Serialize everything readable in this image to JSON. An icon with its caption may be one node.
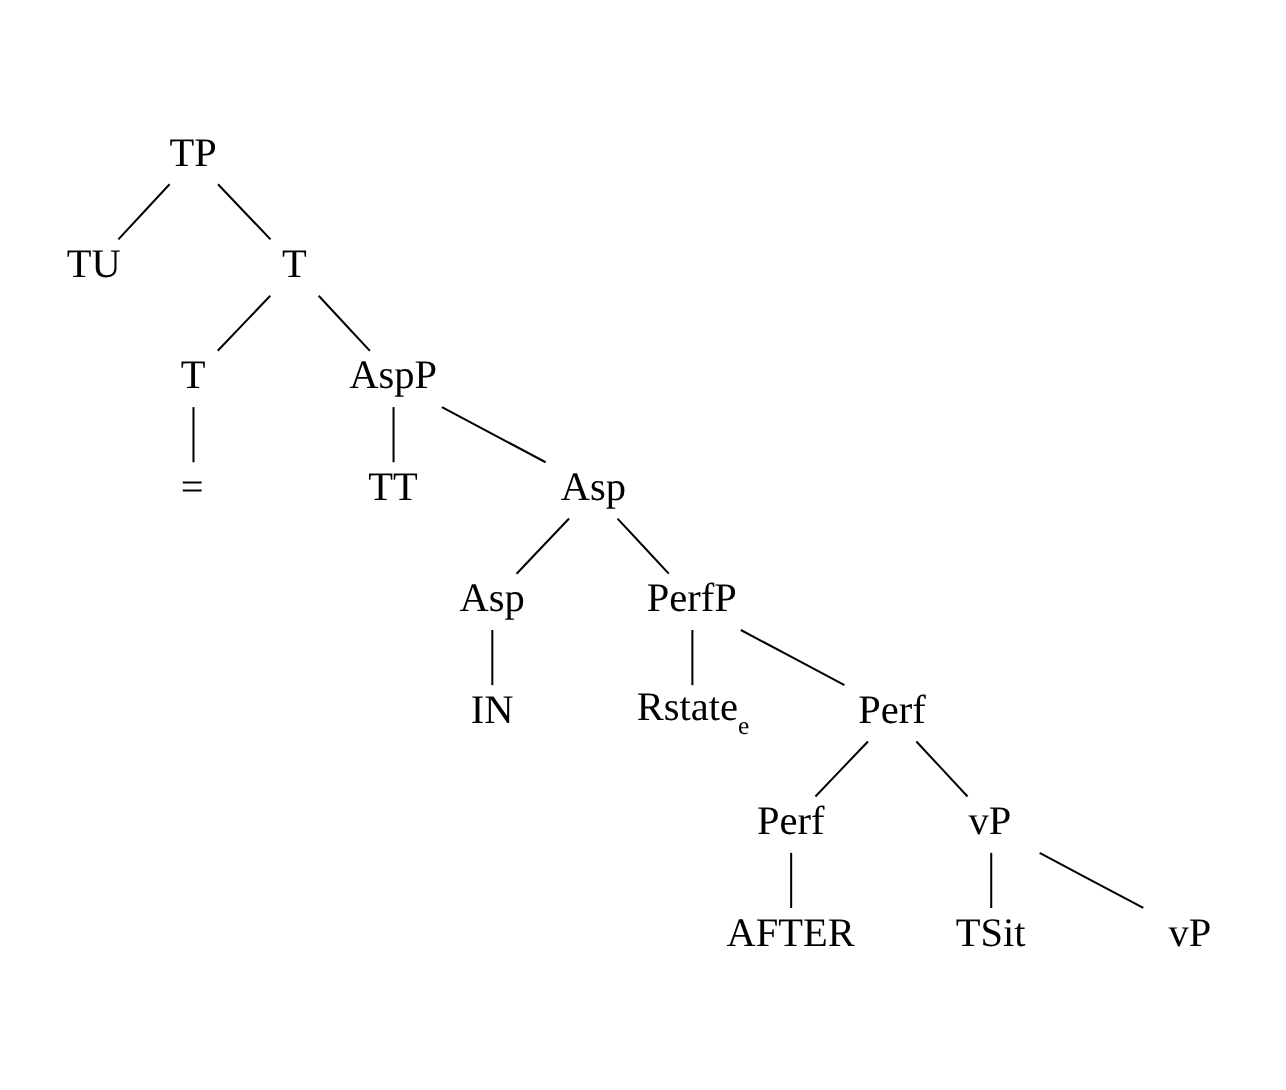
{
  "diagram": {
    "nodes": [
      {
        "text": [
          "TP"
        ]
      },
      {
        "text": [
          "TU"
        ]
      },
      {
        "text": [
          "T"
        ]
      },
      {
        "text": [
          "T"
        ]
      },
      {
        "text": [
          "AspP"
        ]
      },
      {
        "text": [
          "="
        ]
      },
      {
        "text": [
          "TT"
        ]
      },
      {
        "text": [
          "Asp"
        ]
      },
      {
        "text": [
          "Asp"
        ]
      },
      {
        "text": [
          "PerfP"
        ]
      },
      {
        "text": [
          "IN"
        ]
      },
      {
        "text": [
          "Rstate$_{e}$"
        ]
      },
      {
        "text": [
          "Perf"
        ]
      },
      {
        "text": [
          "Perf"
        ]
      },
      {
        "text": [
          "vP"
        ]
      },
      {
        "text": [
          "AFTER"
        ]
      },
      {
        "text": [
          "TSit"
        ]
      },
      {
        "text": [
          "vP"
        ]
      }
    ],
    "edges": [
      {
        "from": 0,
        "to": 1,
        "arrow": "none"
      },
      {
        "from": 0,
        "to": 2,
        "arrow": "none"
      },
      {
        "from": 2,
        "to": 3,
        "arrow": "none"
      },
      {
        "from": 2,
        "to": 4,
        "arrow": "none"
      },
      {
        "from": 3,
        "to": 5,
        "arrow": "none"
      },
      {
        "from": 4,
        "to": 6,
        "arrow": "none"
      },
      {
        "from": 4,
        "to": 7,
        "arrow": "none"
      },
      {
        "from": 7,
        "to": 8,
        "arrow": "none"
      },
      {
        "from": 7,
        "to": 9,
        "arrow": "none"
      },
      {
        "from": 8,
        "to": 10,
        "arrow": "none"
      },
      {
        "from": 9,
        "to": 11,
        "arrow": "none"
      },
      {
        "from": 9,
        "to": 12,
        "arrow": "none"
      },
      {
        "from": 12,
        "to": 13,
        "arrow": "none"
      },
      {
        "from": 12,
        "to": 14,
        "arrow": "none"
      },
      {
        "from": 13,
        "to": 15,
        "arrow": "none"
      },
      {
        "from": 14,
        "to": 16,
        "arrow": "none"
      },
      {
        "from": 14,
        "to": 17,
        "arrow": "none"
      }
    ]
  }
}
